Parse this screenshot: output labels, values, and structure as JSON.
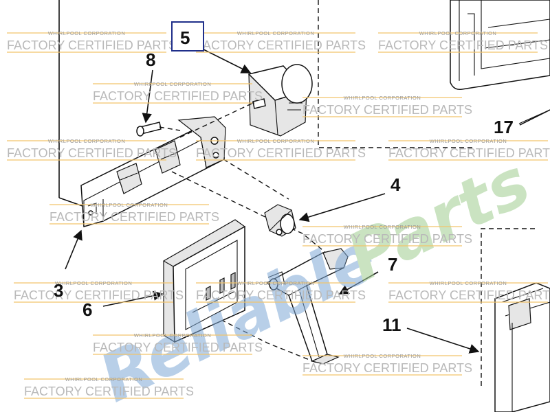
{
  "colors": {
    "watermark_line": "#f2c46a",
    "watermark_text": "#b9b9b9",
    "brand_blue": "#7fa9d6",
    "brand_green": "#9fcd8f",
    "callout_box": "#1f2f8a",
    "ink": "#111111"
  },
  "watermark": {
    "corporation": "WHIRLPOOL CORPORATION",
    "text": "FACTORY CERTIFIED PARTS"
  },
  "brand": {
    "word_blue": "Reliable",
    "word_green": "Parts"
  },
  "callouts": {
    "c3": "3",
    "c4": "4",
    "c5": "5",
    "c6": "6",
    "c7": "7",
    "c8": "8",
    "c11": "11",
    "c17": "17"
  }
}
